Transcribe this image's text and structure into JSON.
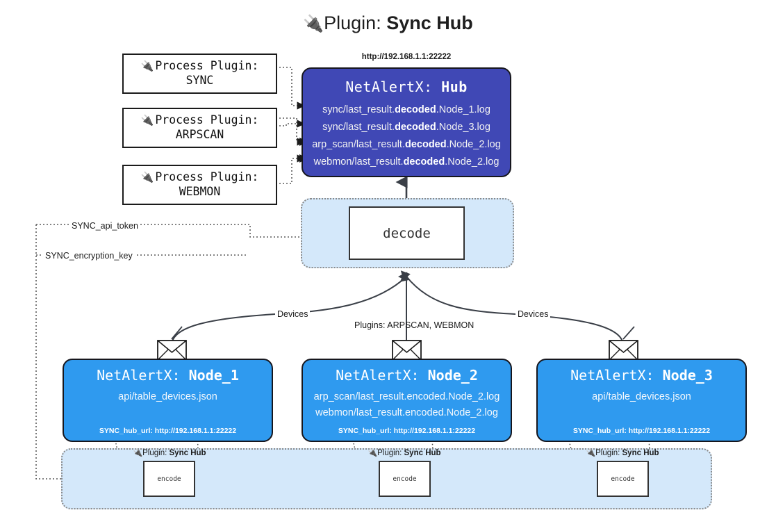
{
  "title": {
    "icon": "electric-plug-icon",
    "prefix": "Plugin:",
    "name": "Sync Hub"
  },
  "process_plugins": [
    {
      "icon": "electric-plug-icon",
      "line1": "Process Plugin:",
      "line2": "SYNC"
    },
    {
      "icon": "electric-plug-icon",
      "line1": "Process Plugin:",
      "line2": "ARPSCAN"
    },
    {
      "icon": "electric-plug-icon",
      "line1": "Process Plugin:",
      "line2": "WEBMON"
    }
  ],
  "hub": {
    "url": "http://192.168.1.1:22222",
    "title_prefix": "NetAlertX:",
    "title_name": "Hub",
    "color": "#4048b5",
    "logs": [
      {
        "pre": "sync/last_result.",
        "mid": "decoded",
        "post": ".Node_1.log"
      },
      {
        "pre": "sync/last_result.",
        "mid": "decoded",
        "post": ".Node_3.log"
      },
      {
        "pre": "arp_scan/last_result.",
        "mid": "decoded",
        "post": ".Node_2.log"
      },
      {
        "pre": "webmon/last_result.",
        "mid": "decoded",
        "post": ".Node_2.log"
      }
    ]
  },
  "decode": {
    "label": "decode",
    "container_color": "#d4e8fa"
  },
  "secrets": {
    "api_token": "SYNC_api_token",
    "encryption_key": "SYNC_encryption_key"
  },
  "edge_labels": {
    "devices_left": "Devices",
    "devices_right": "Devices",
    "plugins_mid": "Plugins: ARPSCAN, WEBMON"
  },
  "nodes": [
    {
      "icon": "envelope-icon",
      "title_prefix": "NetAlertX:",
      "title_name": "Node_1",
      "color": "#2f9aef",
      "lines": [
        "api/table_devices.json"
      ],
      "footer": "SYNC_hub_url: http://192.168.1.1:22222"
    },
    {
      "icon": "envelope-icon",
      "title_prefix": "NetAlertX:",
      "title_name": "Node_2",
      "color": "#2f9aef",
      "lines": [
        "arp_scan/last_result.encoded.Node_2.log",
        "webmon/last_result.encoded.Node_2.log"
      ],
      "footer": "SYNC_hub_url: http://192.168.1.1:22222"
    },
    {
      "icon": "envelope-icon",
      "title_prefix": "NetAlertX:",
      "title_name": "Node_3",
      "color": "#2f9aef",
      "lines": [
        "api/table_devices.json"
      ],
      "footer": "SYNC_hub_url: http://192.168.1.1:22222"
    }
  ],
  "encoders": [
    {
      "icon": "electric-plug-icon",
      "plugin_prefix": "Plugin:",
      "plugin_name": "Sync Hub",
      "label": "encode"
    },
    {
      "icon": "electric-plug-icon",
      "plugin_prefix": "Plugin:",
      "plugin_name": "Sync Hub",
      "label": "encode"
    },
    {
      "icon": "electric-plug-icon",
      "plugin_prefix": "Plugin:",
      "plugin_name": "Sync Hub",
      "label": "encode"
    }
  ]
}
